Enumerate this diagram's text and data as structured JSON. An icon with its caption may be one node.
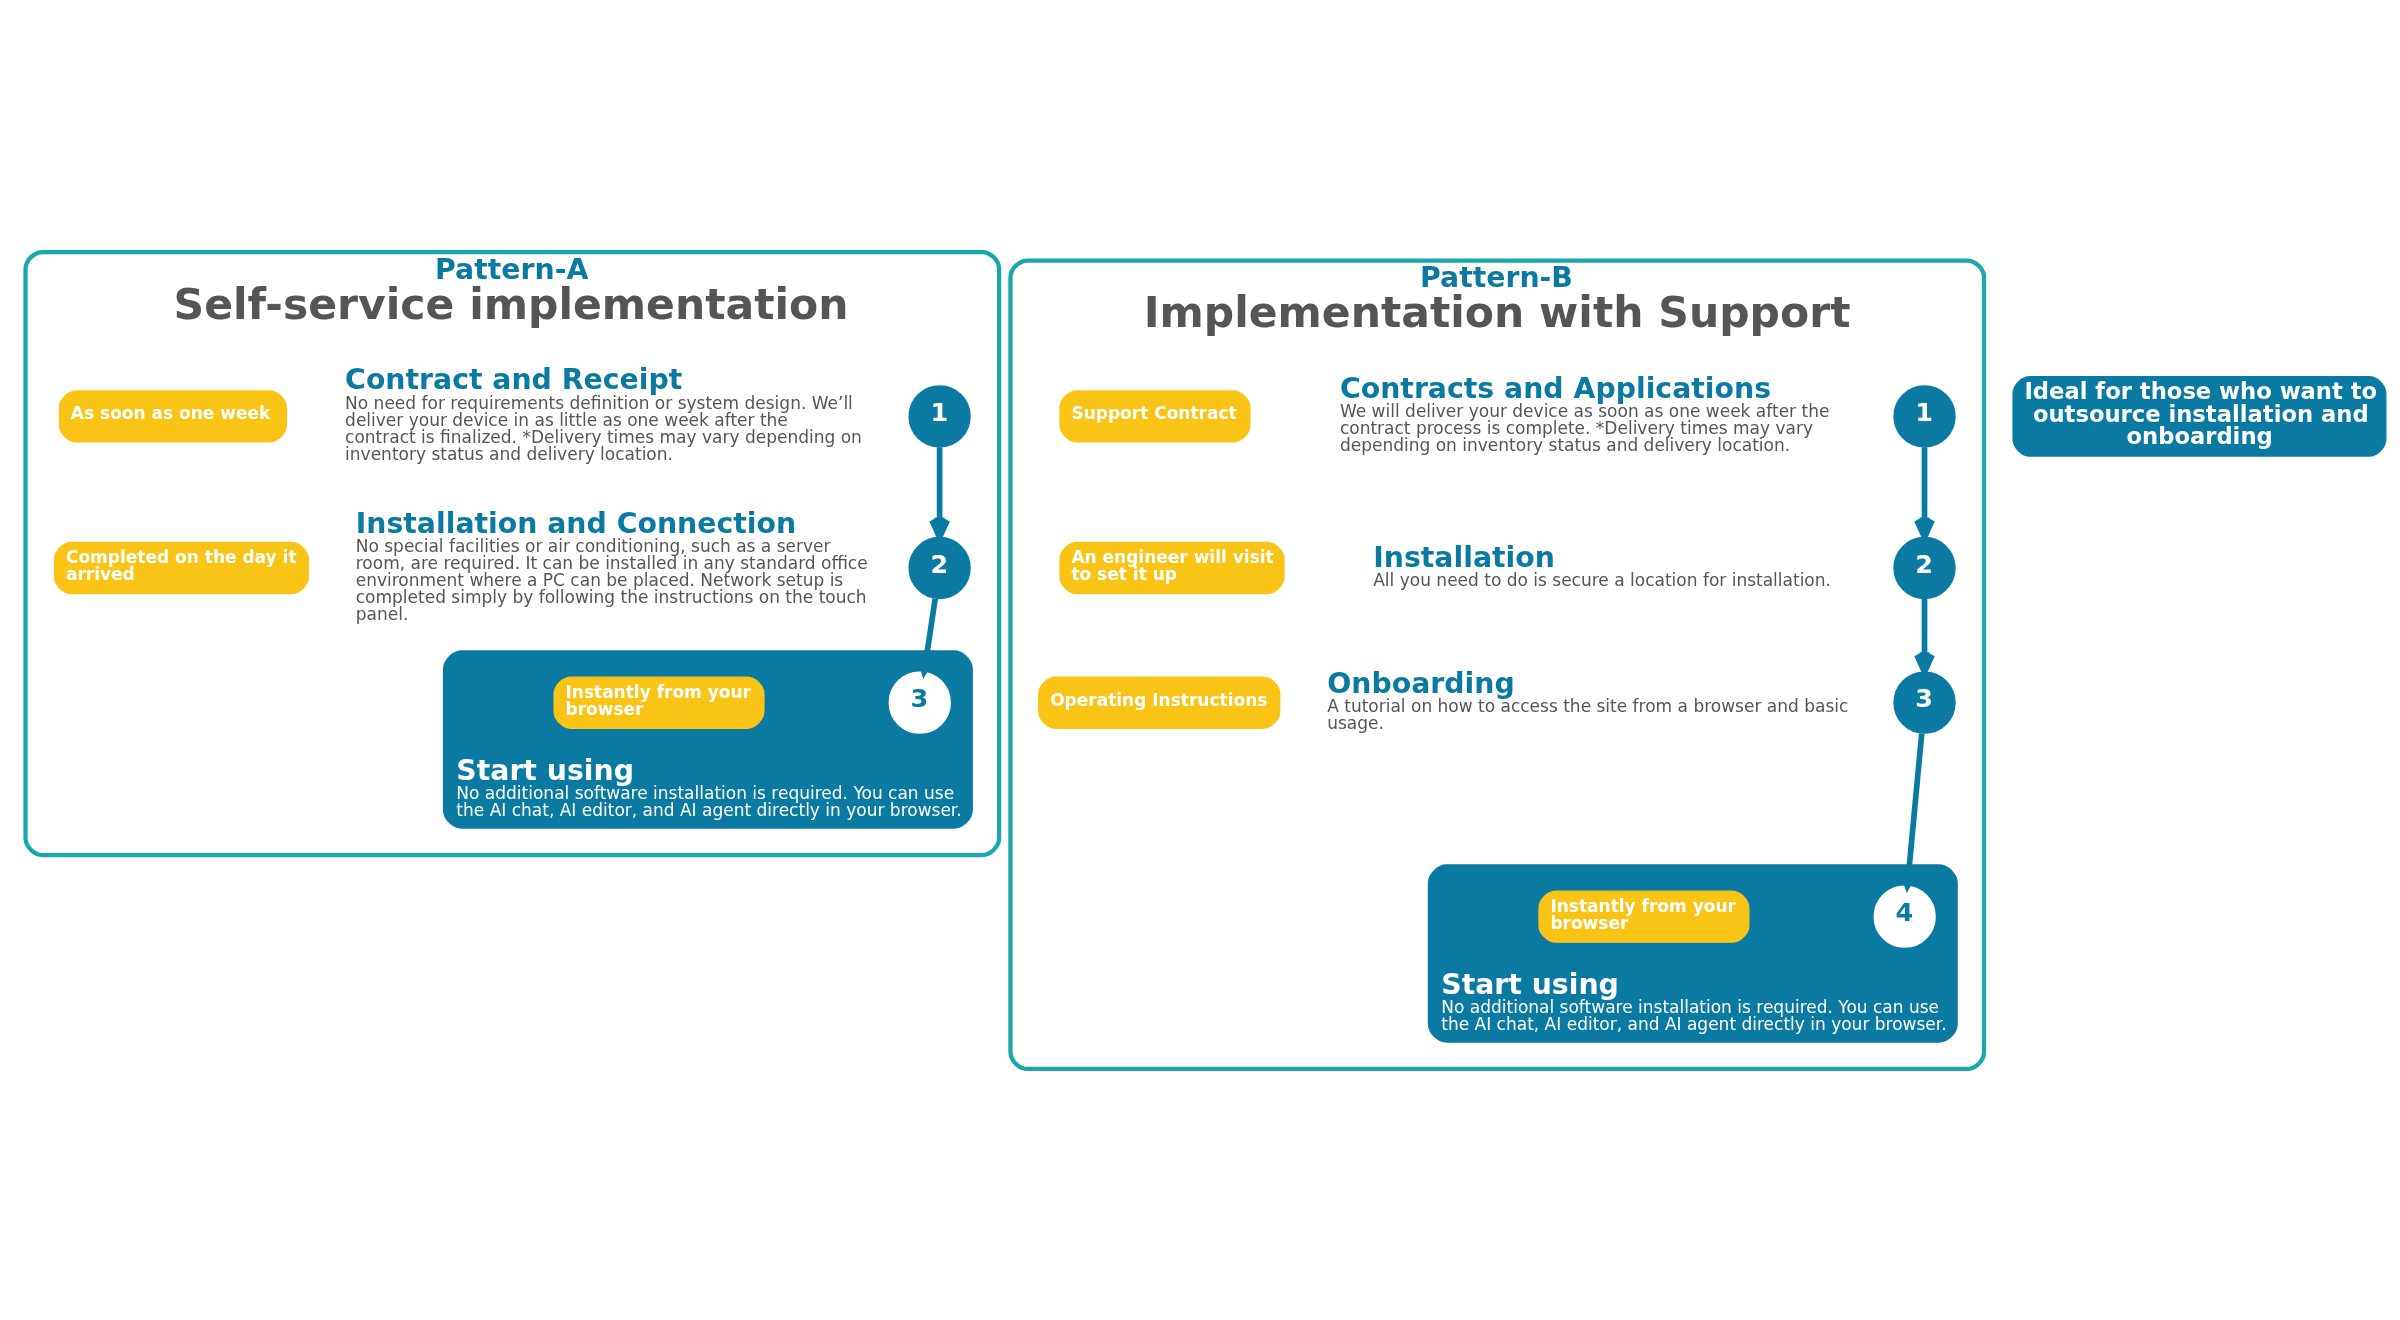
{
  "diagram": {
    "nodes": [
      {
        "text": [
          "Pattern-A",
          "Self-service implementation"
        ]
      },
      {
        "text": [
          "1"
        ],
        "in": 0,
        "beside": [
          "Contract and Receipt",
          "No need for requirements definition or system design. We’ll deliver your device in as little as one week after the contract is finalized. *Delivery times may vary depending on inventory status and delivery location."
        ]
      },
      {
        "text": [
          "As soon as one week"
        ],
        "in": 0
      },
      {
        "text": [
          "2"
        ],
        "in": 0,
        "beside": [
          "Installation and Connection",
          "No special facilities or air conditioning, such as a server room, are required. It can be installed in any standard office environment where a PC can be placed. Network setup is completed simply by following the instructions on the touch panel."
        ]
      },
      {
        "text": [
          "Completed on the day it arrived"
        ],
        "in": 0
      },
      {
        "text": [
          "Start using",
          "No additional software installation is required. You can use the AI chat, AI editor, and AI agent directly in your browser."
        ],
        "in": 0
      },
      {
        "text": [
          "3"
        ],
        "in": 5
      },
      {
        "text": [
          "Instantly from your browser"
        ],
        "in": 5
      },
      {
        "text": [
          "Pattern-B",
          "Implementation with Support"
        ]
      },
      {
        "text": [
          "Ideal for those who want to outsource installation and onboarding"
        ]
      },
      {
        "text": [
          "1"
        ],
        "in": 8,
        "beside": [
          "Contracts and Applications",
          "We will deliver your device as soon as one week after the contract process is complete. *Delivery times may vary depending on inventory status and delivery location."
        ]
      },
      {
        "text": [
          "Support Contract"
        ],
        "in": 8
      },
      {
        "text": [
          "2"
        ],
        "in": 8,
        "beside": [
          "Installation",
          "All you need to do is secure a location for installation."
        ]
      },
      {
        "text": [
          "An engineer will visit to set it up"
        ],
        "in": 8
      },
      {
        "text": [
          "3"
        ],
        "in": 8,
        "beside": [
          "Onboarding",
          "A tutorial on how to access the site from a browser and basic usage."
        ]
      },
      {
        "text": [
          "Operating Instructions"
        ],
        "in": 8
      },
      {
        "text": [
          "Start using",
          "No additional software installation is required. You can use the AI chat, AI editor, and AI agent directly in your browser."
        ],
        "in": 8
      },
      {
        "text": [
          "4"
        ],
        "in": 16
      },
      {
        "text": [
          "Instantly from your browser"
        ],
        "in": 16
      }
    ],
    "edges": [
      {
        "from": 1,
        "to": 3,
        "arrow": "to"
      },
      {
        "from": 3,
        "to": 6,
        "arrow": "to"
      },
      {
        "from": 10,
        "to": 12,
        "arrow": "to"
      },
      {
        "from": 12,
        "to": 14,
        "arrow": "to"
      },
      {
        "from": 14,
        "to": 17,
        "arrow": "to"
      }
    ]
  }
}
